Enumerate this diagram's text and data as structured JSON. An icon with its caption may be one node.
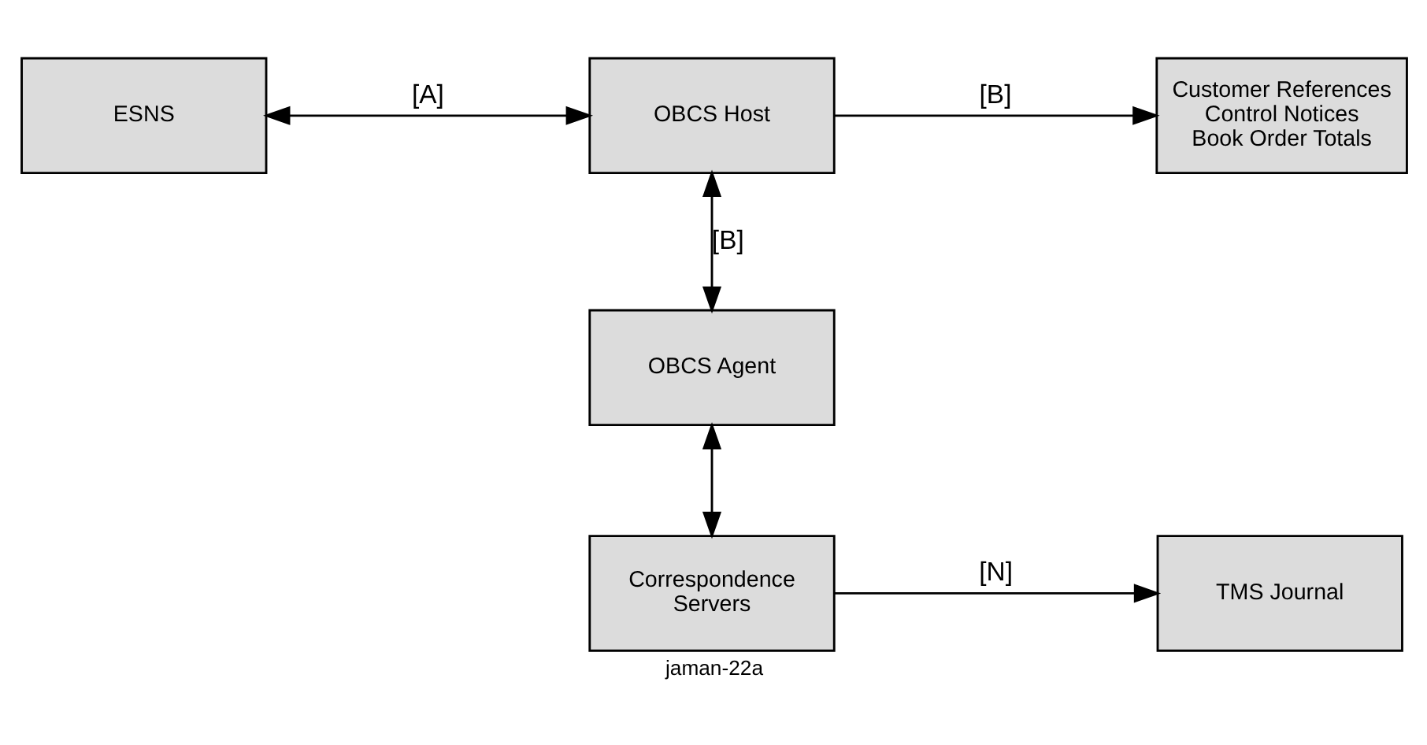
{
  "diagram": {
    "caption": "jaman-22a",
    "nodes": [
      {
        "text": [
          "ESNS"
        ]
      },
      {
        "text": [
          "OBCS Host"
        ]
      },
      {
        "text": [
          "Customer References",
          "Control Notices",
          "Book Order Totals"
        ]
      },
      {
        "text": [
          "OBCS Agent"
        ]
      },
      {
        "text": [
          "Correspondence Servers"
        ]
      },
      {
        "text": [
          "TMS Journal"
        ]
      }
    ],
    "edges": [
      {
        "from": 0,
        "to": 1,
        "arrow": "both",
        "label": "[A]"
      },
      {
        "from": 1,
        "to": 2,
        "arrow": "to",
        "label": "[B]"
      },
      {
        "from": 1,
        "to": 3,
        "arrow": "both",
        "label": "[B]"
      },
      {
        "from": 3,
        "to": 4,
        "arrow": "both"
      },
      {
        "from": 4,
        "to": 5,
        "arrow": "to",
        "label": "[N]"
      }
    ]
  }
}
